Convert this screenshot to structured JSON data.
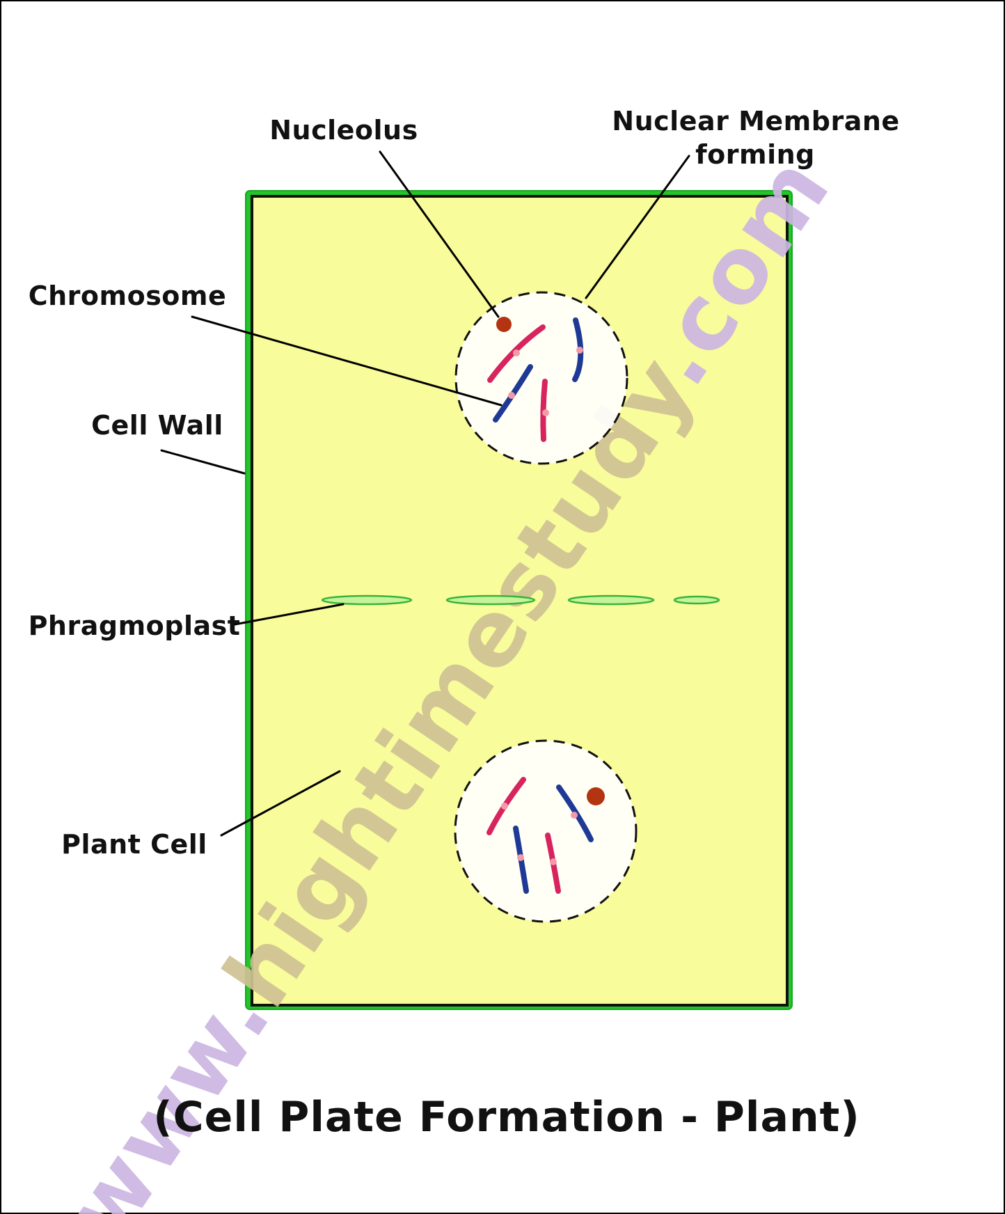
{
  "labels": {
    "nucleolus": "Nucleolus",
    "nuclear_membrane_line1": "Nuclear Membrane",
    "nuclear_membrane_line2": "forming",
    "chromosome": "Chromosome",
    "cell_wall": "Cell Wall",
    "phragmoplast": "Phragmoplast",
    "plant_cell": "Plant Cell"
  },
  "caption": "(Cell Plate Formation - Plant)",
  "watermark": {
    "part1": "www.",
    "part2": "hightimestudy",
    "part3": ".com"
  },
  "colors": {
    "cell_wall": "#22c62a",
    "cytoplasm": "#f8fc9a",
    "nucleus": "#ffffff",
    "chromosome_red": "#d8245e",
    "chromosome_blue": "#1e3a96",
    "centromere": "#f39aa6",
    "nucleolus": "#b23410",
    "phragmoplast_fill": "#c6f29a",
    "phragmoplast_stroke": "#36b53a",
    "watermark_purple": "#cdb6e2",
    "watermark_tan": "#cfc294"
  }
}
